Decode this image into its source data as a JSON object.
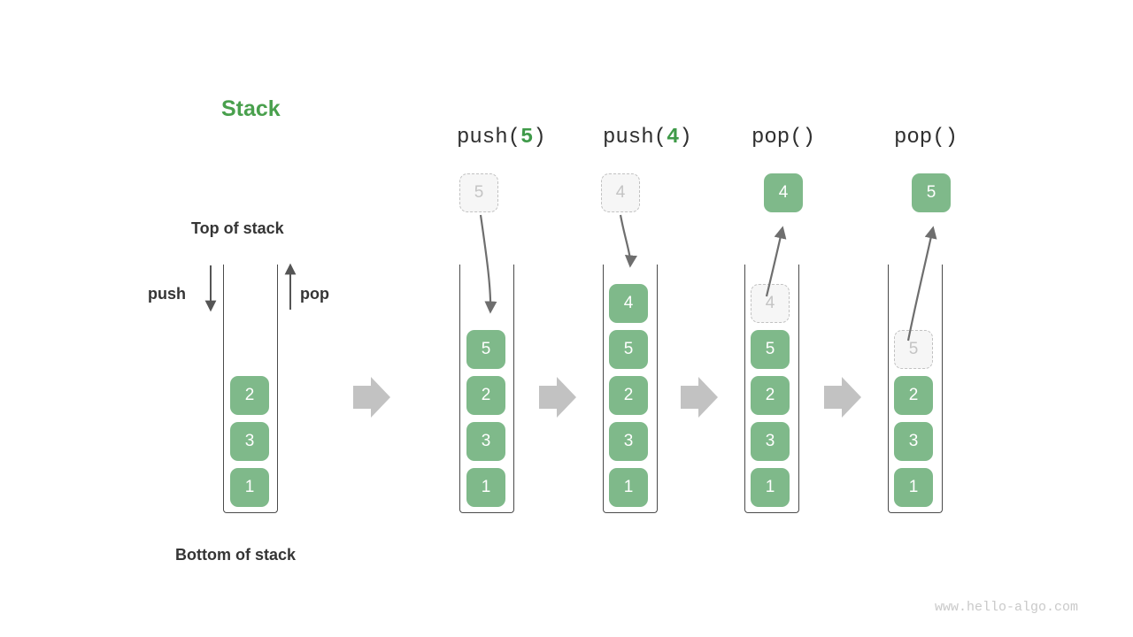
{
  "title": "Stack",
  "labels": {
    "top_of_stack": "Top of stack",
    "bottom_of_stack": "Bottom of stack",
    "push": "push",
    "pop": "pop"
  },
  "watermark": "www.hello-algo.com",
  "colors": {
    "accent_green": "#49a04d",
    "cell_green": "#7fb98a",
    "ghost_bg": "#f6f6f6",
    "ghost_border": "#c2c2c2",
    "ghost_text": "#c4c4c4",
    "vessel_stroke": "#4a4a4a",
    "arrow_gray": "#c2c2c2",
    "curve_gray": "#6e6e6e",
    "text_dark": "#353535",
    "watermark_gray": "#c9c9c9"
  },
  "snapshots": [
    {
      "name": "initial",
      "heading": null,
      "heading_op": null,
      "heading_arg": null,
      "stack": [
        "2",
        "3",
        "1"
      ],
      "floating": null,
      "ghost_in_stack": null
    },
    {
      "name": "push-5",
      "heading": "push(5)",
      "heading_op": "push(",
      "heading_arg": "5",
      "heading_close": ")",
      "stack": [
        "5",
        "2",
        "3",
        "1"
      ],
      "floating": {
        "value": "5",
        "style": "ghost",
        "position": "above"
      },
      "ghost_in_stack": null
    },
    {
      "name": "push-4",
      "heading": "push(4)",
      "heading_op": "push(",
      "heading_arg": "4",
      "heading_close": ")",
      "stack": [
        "4",
        "5",
        "2",
        "3",
        "1"
      ],
      "floating": {
        "value": "4",
        "style": "ghost",
        "position": "above"
      },
      "ghost_in_stack": null
    },
    {
      "name": "pop-4",
      "heading": "pop()",
      "heading_op": "pop()",
      "heading_arg": null,
      "heading_close": "",
      "stack": [
        "5",
        "2",
        "3",
        "1"
      ],
      "floating": {
        "value": "4",
        "style": "solid",
        "position": "above"
      },
      "ghost_in_stack": "4"
    },
    {
      "name": "pop-5",
      "heading": "pop()",
      "heading_op": "pop()",
      "heading_arg": null,
      "heading_close": "",
      "stack": [
        "2",
        "3",
        "1"
      ],
      "floating": {
        "value": "5",
        "style": "solid",
        "position": "above"
      },
      "ghost_in_stack": "5"
    }
  ],
  "separator_count": 4,
  "diagram_type": "stack-operations"
}
